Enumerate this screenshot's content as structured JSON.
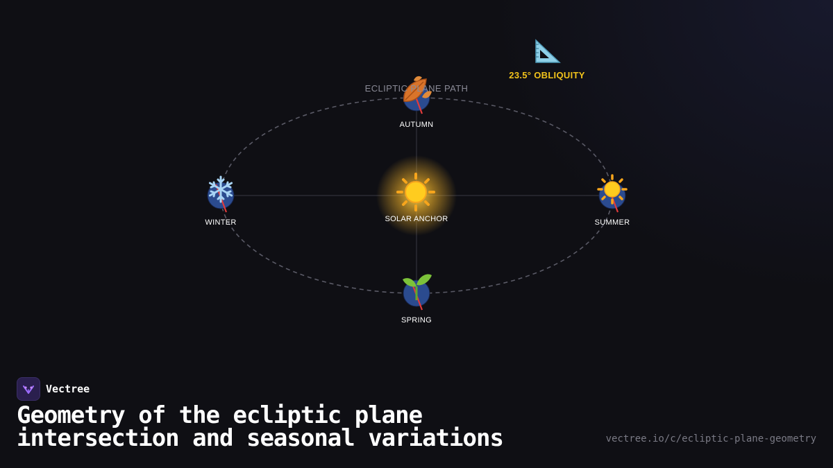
{
  "diagram": {
    "orbit_label": "ECLIPTIC PLANE PATH",
    "center_label": "SOLAR ANCHOR",
    "obliquity_label": "23.5° OBLIQUITY",
    "obliquity_icon": "triangular-ruler-icon",
    "center_icon": "sun-icon",
    "seasons": [
      {
        "label": "AUTUMN",
        "icon": "fallen-leaf-icon"
      },
      {
        "label": "WINTER",
        "icon": "snowflake-icon"
      },
      {
        "label": "SUMMER",
        "icon": "sun-icon"
      },
      {
        "label": "SPRING",
        "icon": "seedling-icon"
      }
    ],
    "colors": {
      "earth": "#2b4b8f",
      "axis": "#e23b3b",
      "orbit": "#5a5a66",
      "sun_glow": "#f5b52a",
      "accent": "#f2c31b"
    }
  },
  "brand": {
    "name": "Vectree"
  },
  "title": "Geometry of the ecliptic plane intersection and seasonal variations",
  "url": "vectree.io/c/ecliptic-plane-geometry"
}
